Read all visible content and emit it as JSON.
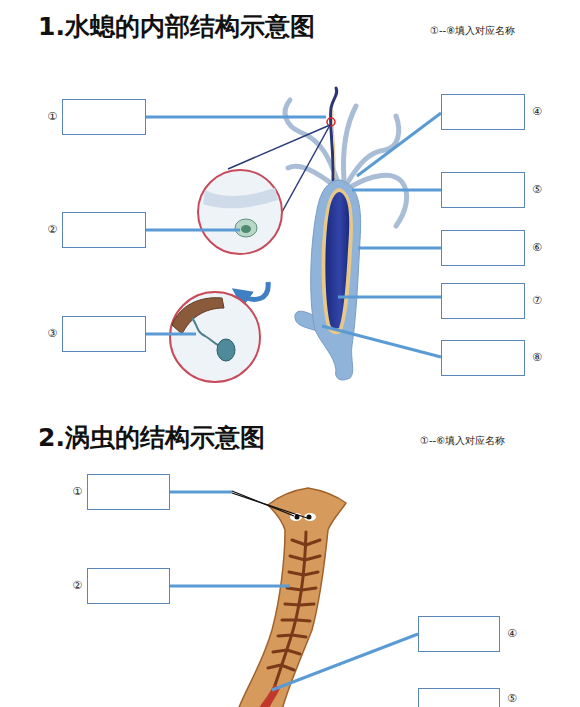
{
  "diagram": {
    "title": "1.水螅的内部结构示意图",
    "nodes": [
      {
        "text": [
          "①"
        ]
      },
      {
        "text": [
          "②"
        ]
      },
      {
        "text": [
          "③"
        ]
      },
      {
        "text": [
          "④"
        ]
      },
      {
        "text": [
          "⑤"
        ]
      },
      {
        "text": [
          "⑥"
        ]
      },
      {
        "text": [
          "⑦"
        ]
      },
      {
        "text": [
          "⑧"
        ]
      },
      {
        "text": [
          "①"
        ]
      },
      {
        "text": [
          "②"
        ]
      },
      {
        "text": [
          "④"
        ]
      },
      {
        "text": [
          "⑤"
        ]
      }
    ],
    "labels": [
      "①--⑧填入对应名称",
      "2.涡虫的结构示意图",
      "①--⑥填入对应名称"
    ]
  }
}
